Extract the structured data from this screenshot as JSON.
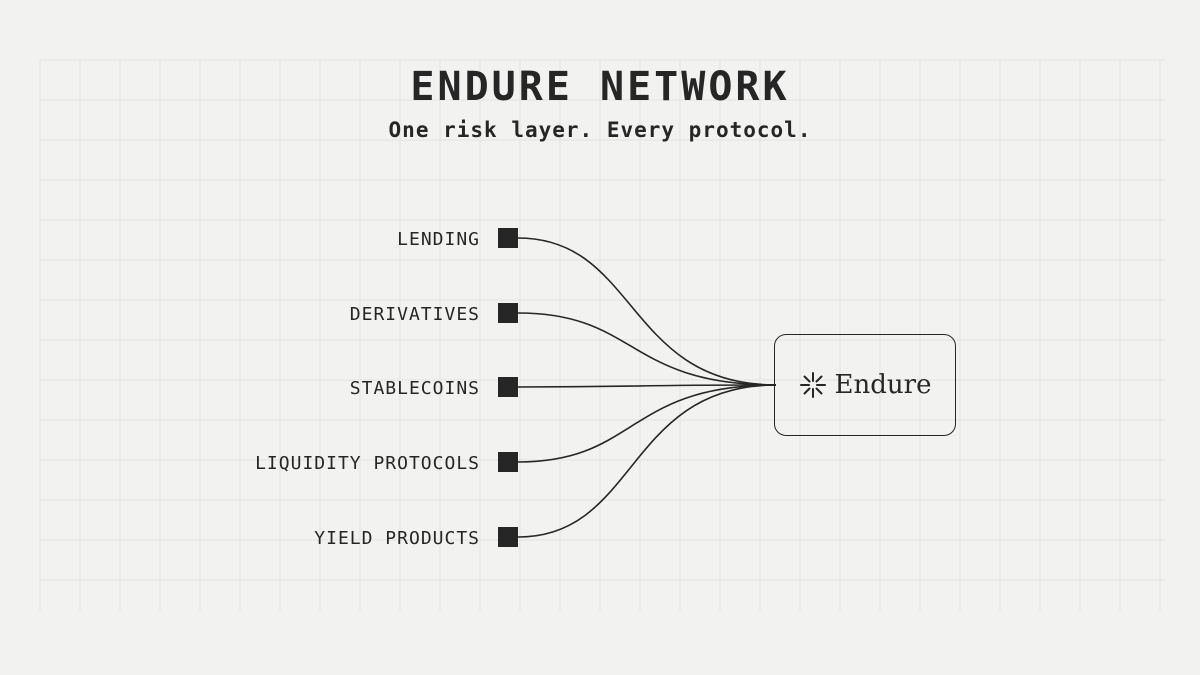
{
  "header": {
    "title": "ENDURE NETWORK",
    "subtitle": "One risk layer. Every protocol."
  },
  "nodes": [
    {
      "label": "LENDING"
    },
    {
      "label": "DERIVATIVES"
    },
    {
      "label": "STABLECOINS"
    },
    {
      "label": "LIQUIDITY PROTOCOLS"
    },
    {
      "label": "YIELD PRODUCTS"
    }
  ],
  "hub": {
    "name": "Endure",
    "icon": "sparkle-burst-icon"
  },
  "colors": {
    "background": "#f2f2f1",
    "ink": "#262626",
    "grid": "#e3e3e1"
  }
}
